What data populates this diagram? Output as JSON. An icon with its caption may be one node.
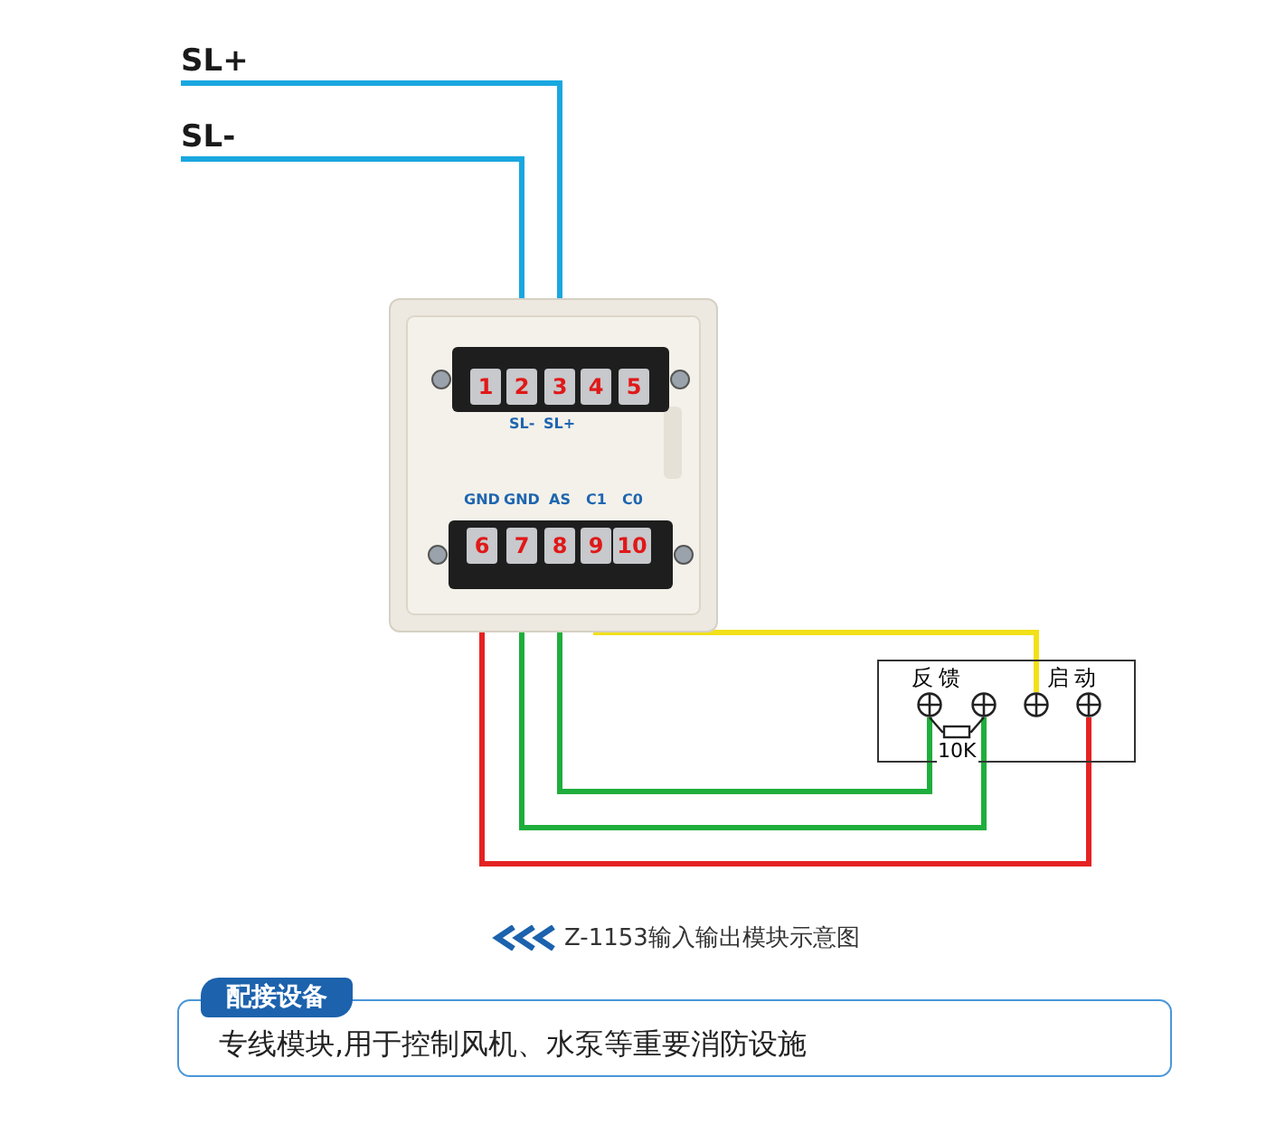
{
  "diagram": {
    "caption": "Z-1153输入输出模块示意图",
    "nodes": [
      {
        "text": [
          "SL+"
        ]
      },
      {
        "text": [
          "SL-"
        ]
      },
      {
        "text": [],
        "shape": "picture"
      },
      {
        "text": [
          "1"
        ],
        "in": 2
      },
      {
        "text": [
          "2"
        ],
        "in": 2,
        "beside": [
          "SL-"
        ]
      },
      {
        "text": [
          "3"
        ],
        "in": 2,
        "beside": [
          "SL+"
        ]
      },
      {
        "text": [
          "4"
        ],
        "in": 2
      },
      {
        "text": [
          "5"
        ],
        "in": 2
      },
      {
        "text": [
          "6"
        ],
        "in": 2,
        "beside": [
          "GND"
        ]
      },
      {
        "text": [
          "7"
        ],
        "in": 2,
        "beside": [
          "GND"
        ]
      },
      {
        "text": [
          "8"
        ],
        "in": 2,
        "beside": [
          "AS"
        ]
      },
      {
        "text": [
          "9"
        ],
        "in": 2,
        "beside": [
          "C1"
        ]
      },
      {
        "text": [
          "10"
        ],
        "in": 2,
        "beside": [
          "C0"
        ]
      },
      {
        "text": [
          "反馈",
          "启动"
        ]
      },
      {
        "text": [],
        "shape": "circle",
        "in": 13
      },
      {
        "text": [],
        "shape": "circle",
        "in": 13
      },
      {
        "text": [],
        "shape": "circle",
        "in": 13
      },
      {
        "text": [],
        "shape": "circle",
        "in": 13
      },
      {
        "text": [
          "配接设备",
          "专线模块,用于控制风机、水泵等重要消防设施"
        ]
      }
    ],
    "edges": [
      {
        "from": 0,
        "to": 5,
        "arrow": "none",
        "color": "#1aa7e0"
      },
      {
        "from": 1,
        "to": 4,
        "arrow": "none",
        "color": "#1aa7e0"
      },
      {
        "from": 11,
        "to": 16,
        "arrow": "none",
        "color": "#f2e01a"
      },
      {
        "from": 8,
        "to": 17,
        "arrow": "none",
        "color": "#e52222"
      },
      {
        "from": 9,
        "to": 15,
        "arrow": "none",
        "color": "#1fae3c"
      },
      {
        "from": 10,
        "to": 14,
        "arrow": "none",
        "color": "#1fae3c"
      },
      {
        "from": 14,
        "to": 15,
        "arrow": "none",
        "color": "#222222",
        "label": "10K"
      }
    ]
  }
}
